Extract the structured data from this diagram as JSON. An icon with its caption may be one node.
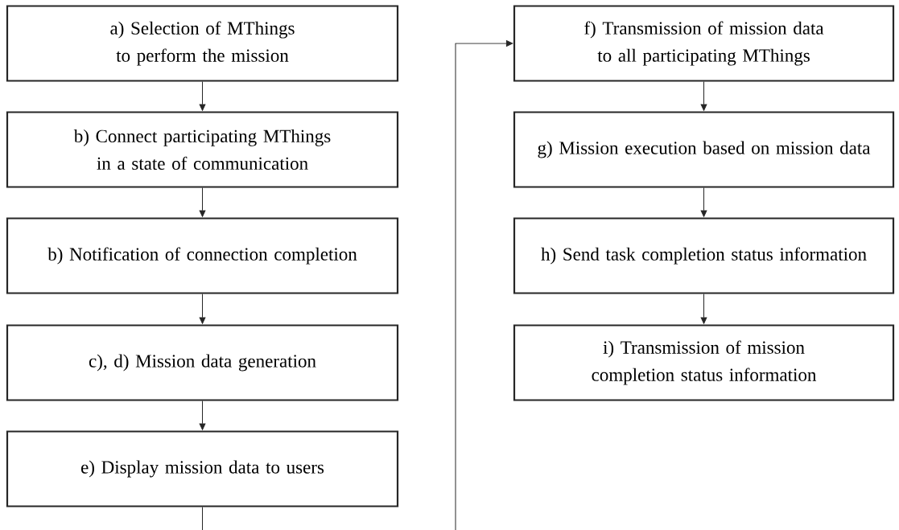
{
  "diagram": {
    "nodes": [
      {
        "text": [
          "a) Selection of MThings to perform the mission"
        ]
      },
      {
        "text": [
          "b) Connect participating MThings in a state of communication"
        ]
      },
      {
        "text": [
          "b) Notification of connection completion"
        ]
      },
      {
        "text": [
          "c), d) Mission data generation"
        ]
      },
      {
        "text": [
          "e) Display mission data to users"
        ]
      },
      {
        "text": [
          "f) Transmission of mission data to all participating MThings"
        ]
      },
      {
        "text": [
          "g) Mission execution based on mission data"
        ]
      },
      {
        "text": [
          "h) Send task completion status information"
        ]
      },
      {
        "text": [
          "i) Transmission of mission completion status information"
        ]
      }
    ],
    "edges": [
      {
        "from": 0,
        "to": 1,
        "arrow": "to"
      },
      {
        "from": 1,
        "to": 2,
        "arrow": "to"
      },
      {
        "from": 2,
        "to": 3,
        "arrow": "to"
      },
      {
        "from": 3,
        "to": 4,
        "arrow": "to"
      },
      {
        "from": 4,
        "to": 5,
        "arrow": "to"
      },
      {
        "from": 5,
        "to": 6,
        "arrow": "to"
      },
      {
        "from": 6,
        "to": 7,
        "arrow": "to"
      },
      {
        "from": 7,
        "to": 8,
        "arrow": "to"
      }
    ]
  }
}
